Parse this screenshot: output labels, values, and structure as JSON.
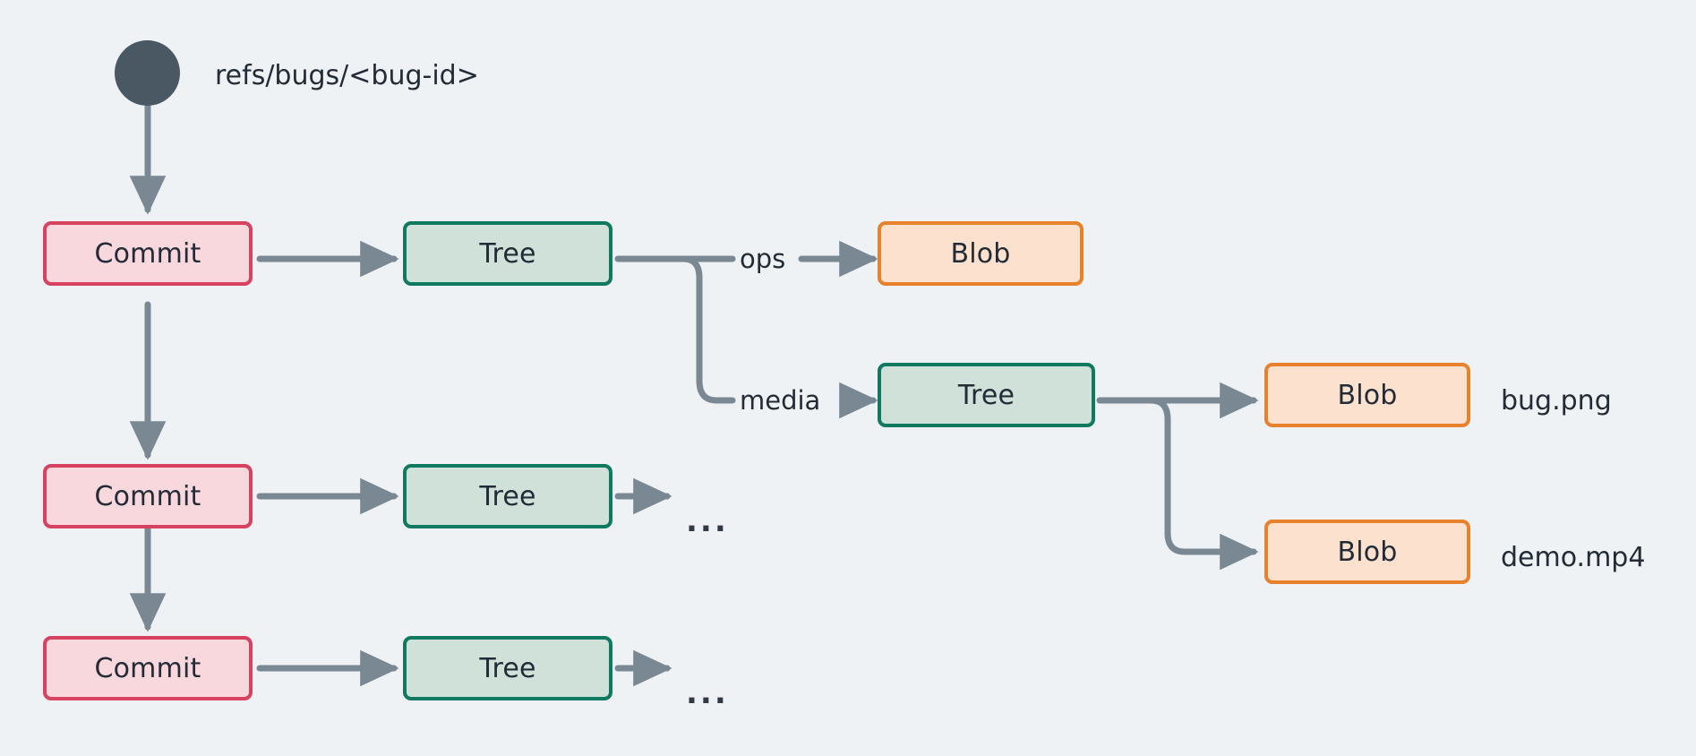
{
  "diagram": {
    "title_text": "refs/bugs/<bug-id>",
    "background_color": "#eff2f5",
    "edge_color": "#7a8894",
    "ref_dot": {
      "name": "branch-ref-pointer",
      "color": "#4a5864",
      "label": "refs/bugs/<bug-id>"
    },
    "nodes": {
      "commit_1": {
        "label": "Commit",
        "border": "#d6425f",
        "fill": "#f8d7dd"
      },
      "commit_2": {
        "label": "Commit",
        "border": "#d6425f",
        "fill": "#f8d7dd"
      },
      "commit_3": {
        "label": "Commit",
        "border": "#d6425f",
        "fill": "#f8d7dd"
      },
      "tree_1": {
        "label": "Tree",
        "border": "#0f7a5f",
        "fill": "#cfe1d9"
      },
      "tree_2": {
        "label": "Tree",
        "border": "#0f7a5f",
        "fill": "#cfe1d9"
      },
      "tree_3": {
        "label": "Tree",
        "border": "#0f7a5f",
        "fill": "#cfe1d9"
      },
      "tree_media": {
        "label": "Tree",
        "border": "#0f7a5f",
        "fill": "#cfe1d9"
      },
      "blob_ops": {
        "label": "Blob",
        "border": "#e8812c",
        "fill": "#fce1ce"
      },
      "blob_bug_png": {
        "label": "Blob",
        "border": "#e8812c",
        "fill": "#fce1ce"
      },
      "blob_demo_mp4": {
        "label": "Blob",
        "border": "#e8812c",
        "fill": "#fce1ce"
      }
    },
    "edge_labels": {
      "ops": "ops",
      "media": "media"
    },
    "file_labels": {
      "bug_png": "bug.png",
      "demo_mp4": "demo.mp4"
    },
    "ellipsis": {
      "tree_2_more": "...",
      "tree_3_more": "..."
    }
  }
}
